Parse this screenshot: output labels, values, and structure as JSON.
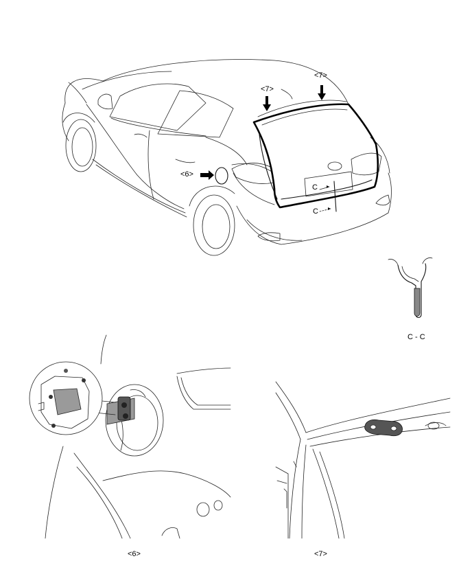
{
  "labels": {
    "callout_6": "<6>",
    "callout_7_left": "<7>",
    "callout_7_right": "<7>",
    "section_c_upper": "C",
    "section_c_lower": "C",
    "section_caption": "C - C",
    "detail_6_caption": "<6>",
    "detail_7_caption": "<7>"
  }
}
